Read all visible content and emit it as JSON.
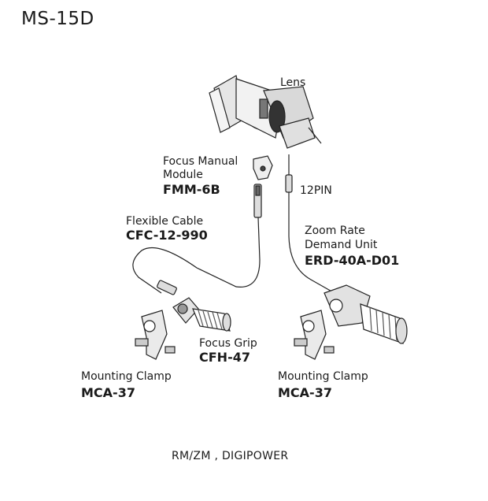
{
  "title": "MS-15D",
  "labels": {
    "lens": "Lens",
    "fmm_name_1": "Focus Manual",
    "fmm_name_2": "Module",
    "fmm_code": "FMM-6B",
    "pin": "12PIN",
    "cable_name": "Flexible Cable",
    "cable_code": "CFC-12-990",
    "zoom_name_1": "Zoom Rate",
    "zoom_name_2": "Demand Unit",
    "zoom_code": "ERD-40A-D01",
    "grip_name": "Focus Grip",
    "grip_code": "CFH-47",
    "clamp_left_name": "Mounting Clamp",
    "clamp_left_code": "MCA-37",
    "clamp_right_name": "Mounting Clamp",
    "clamp_right_code": "MCA-37"
  },
  "footer": "RM/ZM , DIGIPOWER"
}
